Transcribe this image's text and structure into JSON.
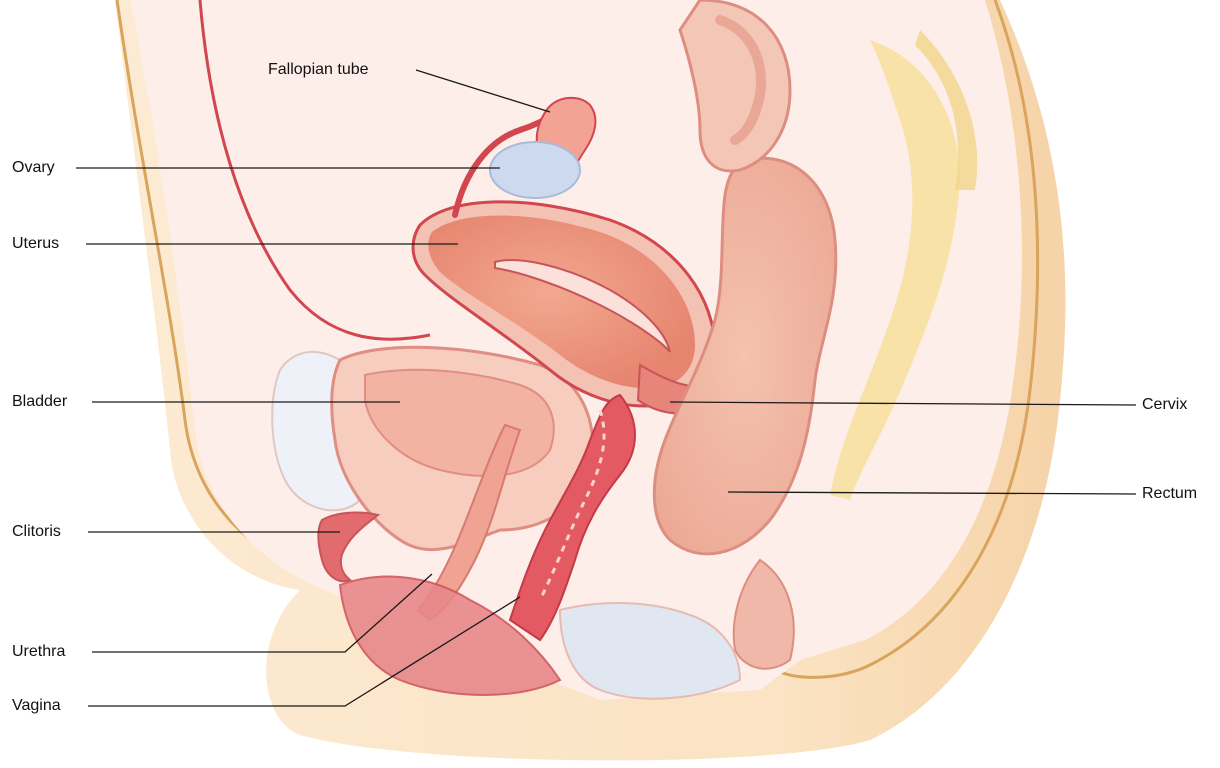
{
  "labels": {
    "fallopian_tube": "Fallopian tube",
    "ovary": "Ovary",
    "uterus": "Uterus",
    "bladder": "Bladder",
    "clitoris": "Clitoris",
    "urethra": "Urethra",
    "vagina": "Vagina",
    "cervix": "Cervix",
    "rectum": "Rectum"
  },
  "colors": {
    "skin": "#fbe4c6",
    "skin_outline": "#d9a45c",
    "cavity": "#fdecea",
    "tissue_pink": "#f6c9bd",
    "organ_red": "#e0776a",
    "organ_deep": "#d2464f",
    "ovary_blue": "#c9d7ec",
    "bone": "#f7df9c",
    "leader_line": "#1a1a1a"
  }
}
